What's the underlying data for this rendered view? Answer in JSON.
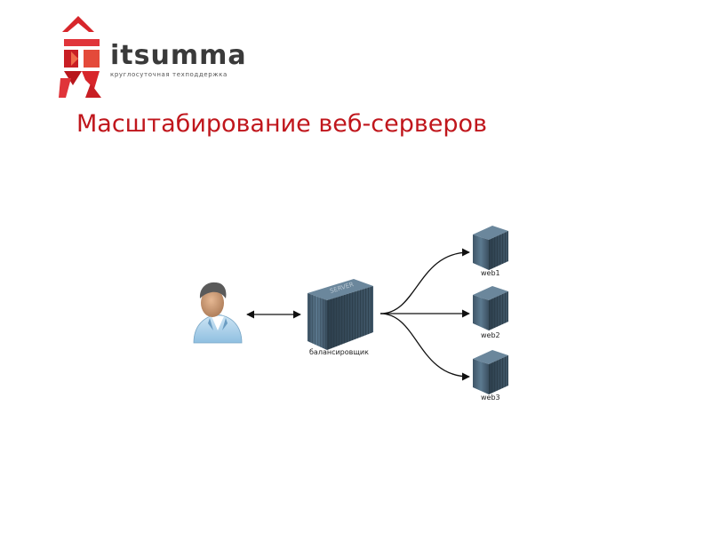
{
  "logo": {
    "wordmark": "itsumma",
    "tagline": "круглосуточная техподдержка"
  },
  "slide": {
    "title": "Масштабирование веб-серверов"
  },
  "diagram": {
    "nodes": {
      "user": {
        "label": ""
      },
      "balancer": {
        "label": "балансировщик",
        "badge": "SERVER"
      },
      "web1": {
        "label": "web1"
      },
      "web2": {
        "label": "web2"
      },
      "web3": {
        "label": "web3"
      }
    },
    "edges": [
      {
        "from": "user",
        "to": "balancer",
        "direction": "both"
      },
      {
        "from": "balancer",
        "to": "web1",
        "direction": "forward"
      },
      {
        "from": "balancer",
        "to": "web2",
        "direction": "forward"
      },
      {
        "from": "balancer",
        "to": "web3",
        "direction": "forward"
      }
    ]
  },
  "colors": {
    "title": "#c0161c",
    "logo_red": "#d7262b",
    "server_body": "#4f6a80",
    "server_dark": "#2d3f4d",
    "arrow": "#111111"
  }
}
